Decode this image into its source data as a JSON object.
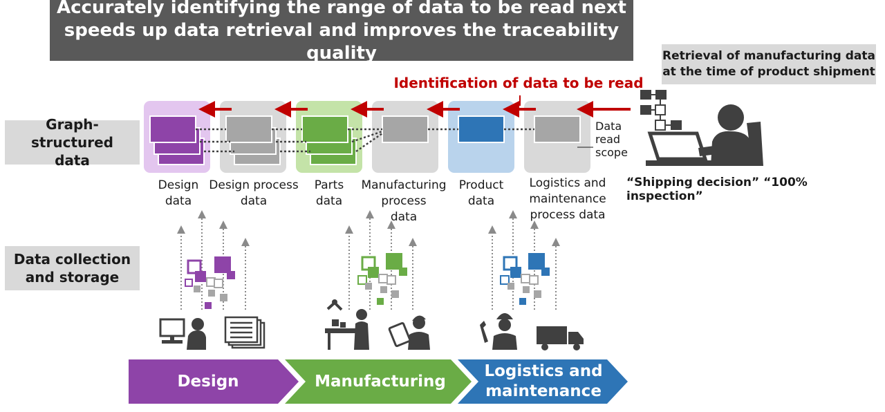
{
  "title_lines": [
    "Accurately identifying the range of data to be read next",
    "speeds up data retrieval and improves the traceability quality"
  ],
  "retrieval_lines": [
    "Retrieval of manufacturing data",
    "at the time of product shipment"
  ],
  "identification_label": "Identification of data to be read",
  "row_labels": {
    "graph": [
      "Graph-structured",
      "data"
    ],
    "collection": [
      "Data collection",
      "and storage"
    ]
  },
  "data_read_scope": [
    "Data",
    "read",
    "scope"
  ],
  "shipping_label": "“Shipping decision” “100% inspection”",
  "data_categories": [
    {
      "lines": [
        "Design",
        "data"
      ]
    },
    {
      "lines": [
        "Design process",
        "data"
      ]
    },
    {
      "lines": [
        "Parts",
        "data"
      ]
    },
    {
      "lines": [
        "Manufacturing",
        "process",
        "data"
      ]
    },
    {
      "lines": [
        "Product",
        "data"
      ]
    },
    {
      "lines": [
        "Logistics and",
        "maintenance",
        "process data"
      ]
    }
  ],
  "phases": [
    {
      "lines": [
        "Design"
      ]
    },
    {
      "lines": [
        "Manufacturing"
      ]
    },
    {
      "lines": [
        "Logistics and",
        "maintenance"
      ]
    }
  ],
  "colors": {
    "banner": "#595959",
    "design": "#8e44a8",
    "design_light": "#e3c6ef",
    "manufacturing": "#6aac46",
    "manufacturing_light": "#c4e3a8",
    "logistics": "#2e75b6",
    "logistics_light": "#b9d3ec",
    "neutral_box": "#d9d9d9",
    "arrow_red": "#c00000",
    "icon_dark": "#404040"
  }
}
